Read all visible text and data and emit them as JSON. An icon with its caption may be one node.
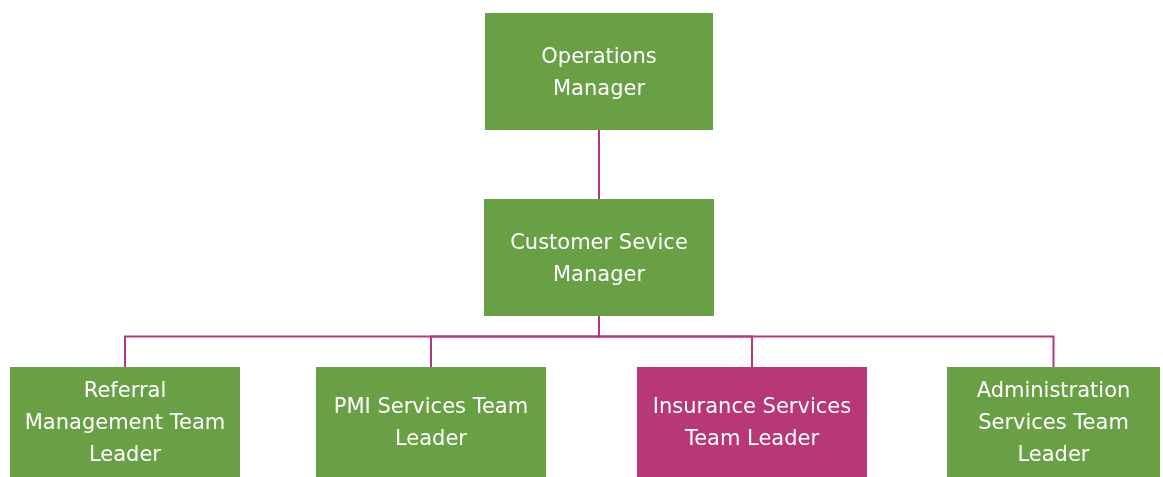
{
  "diagram": {
    "nodes": [
      {
        "text": [
          "Operations Manager"
        ]
      },
      {
        "text": [
          "Customer Sevice Manager"
        ]
      },
      {
        "text": [
          "Referral Management Team Leader"
        ]
      },
      {
        "text": [
          "PMI Services Team Leader"
        ]
      },
      {
        "text": [
          "Insurance Services Team Leader"
        ]
      },
      {
        "text": [
          "Administration Services Team Leader"
        ]
      }
    ],
    "edges": [
      {
        "from": 0,
        "to": 1,
        "arrow": "none"
      },
      {
        "from": 1,
        "to": 2,
        "arrow": "none"
      },
      {
        "from": 1,
        "to": 3,
        "arrow": "none"
      },
      {
        "from": 1,
        "to": 4,
        "arrow": "none"
      },
      {
        "from": 1,
        "to": 5,
        "arrow": "none"
      }
    ]
  }
}
